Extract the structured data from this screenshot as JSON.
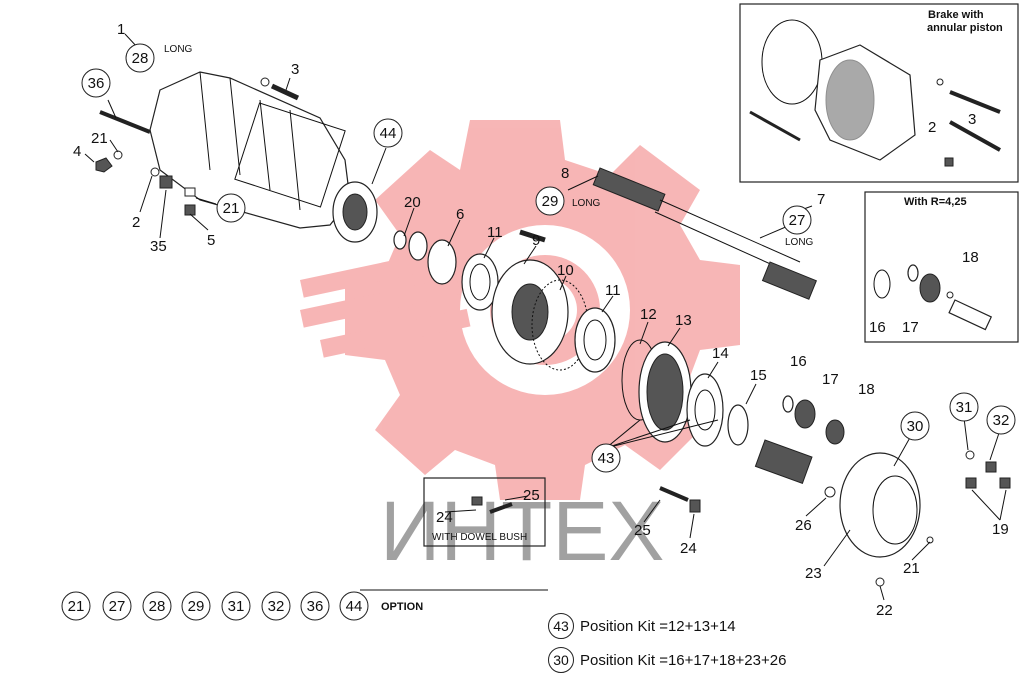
{
  "insets": {
    "brake": {
      "title_line1": "Brake with",
      "title_line2": "annular piston",
      "labels": [
        "2",
        "3"
      ]
    },
    "ratio": {
      "title": "With R=4,25",
      "labels": [
        "16",
        "17",
        "18"
      ]
    },
    "dowel": {
      "title": "WITH DOWEL BUSH",
      "labels": [
        "24",
        "25"
      ]
    }
  },
  "callouts": {
    "plain": [
      "1",
      "3",
      "21",
      "4",
      "2",
      "35",
      "5",
      "20",
      "6",
      "11",
      "9",
      "10",
      "11",
      "12",
      "13",
      "14",
      "15",
      "16",
      "17",
      "18",
      "8",
      "7",
      "25",
      "24",
      "26",
      "23",
      "21",
      "22",
      "19"
    ],
    "circled": [
      "28",
      "36",
      "44",
      "21",
      "29",
      "27",
      "43",
      "30",
      "31",
      "32"
    ],
    "long": [
      "LONG",
      "LONG",
      "LONG"
    ]
  },
  "option_row": {
    "circled": [
      "21",
      "27",
      "28",
      "29",
      "31",
      "32",
      "36",
      "44"
    ],
    "label": "OPTION"
  },
  "kits": [
    {
      "num": "43",
      "text": "Position Kit =12+13+14"
    },
    {
      "num": "30",
      "text": "Position Kit =16+17+18+23+26"
    }
  ],
  "watermark": {
    "text": "ИНТЕХ",
    "gear_color": "#f5a5a5",
    "text_color": "#8a8a8a"
  }
}
